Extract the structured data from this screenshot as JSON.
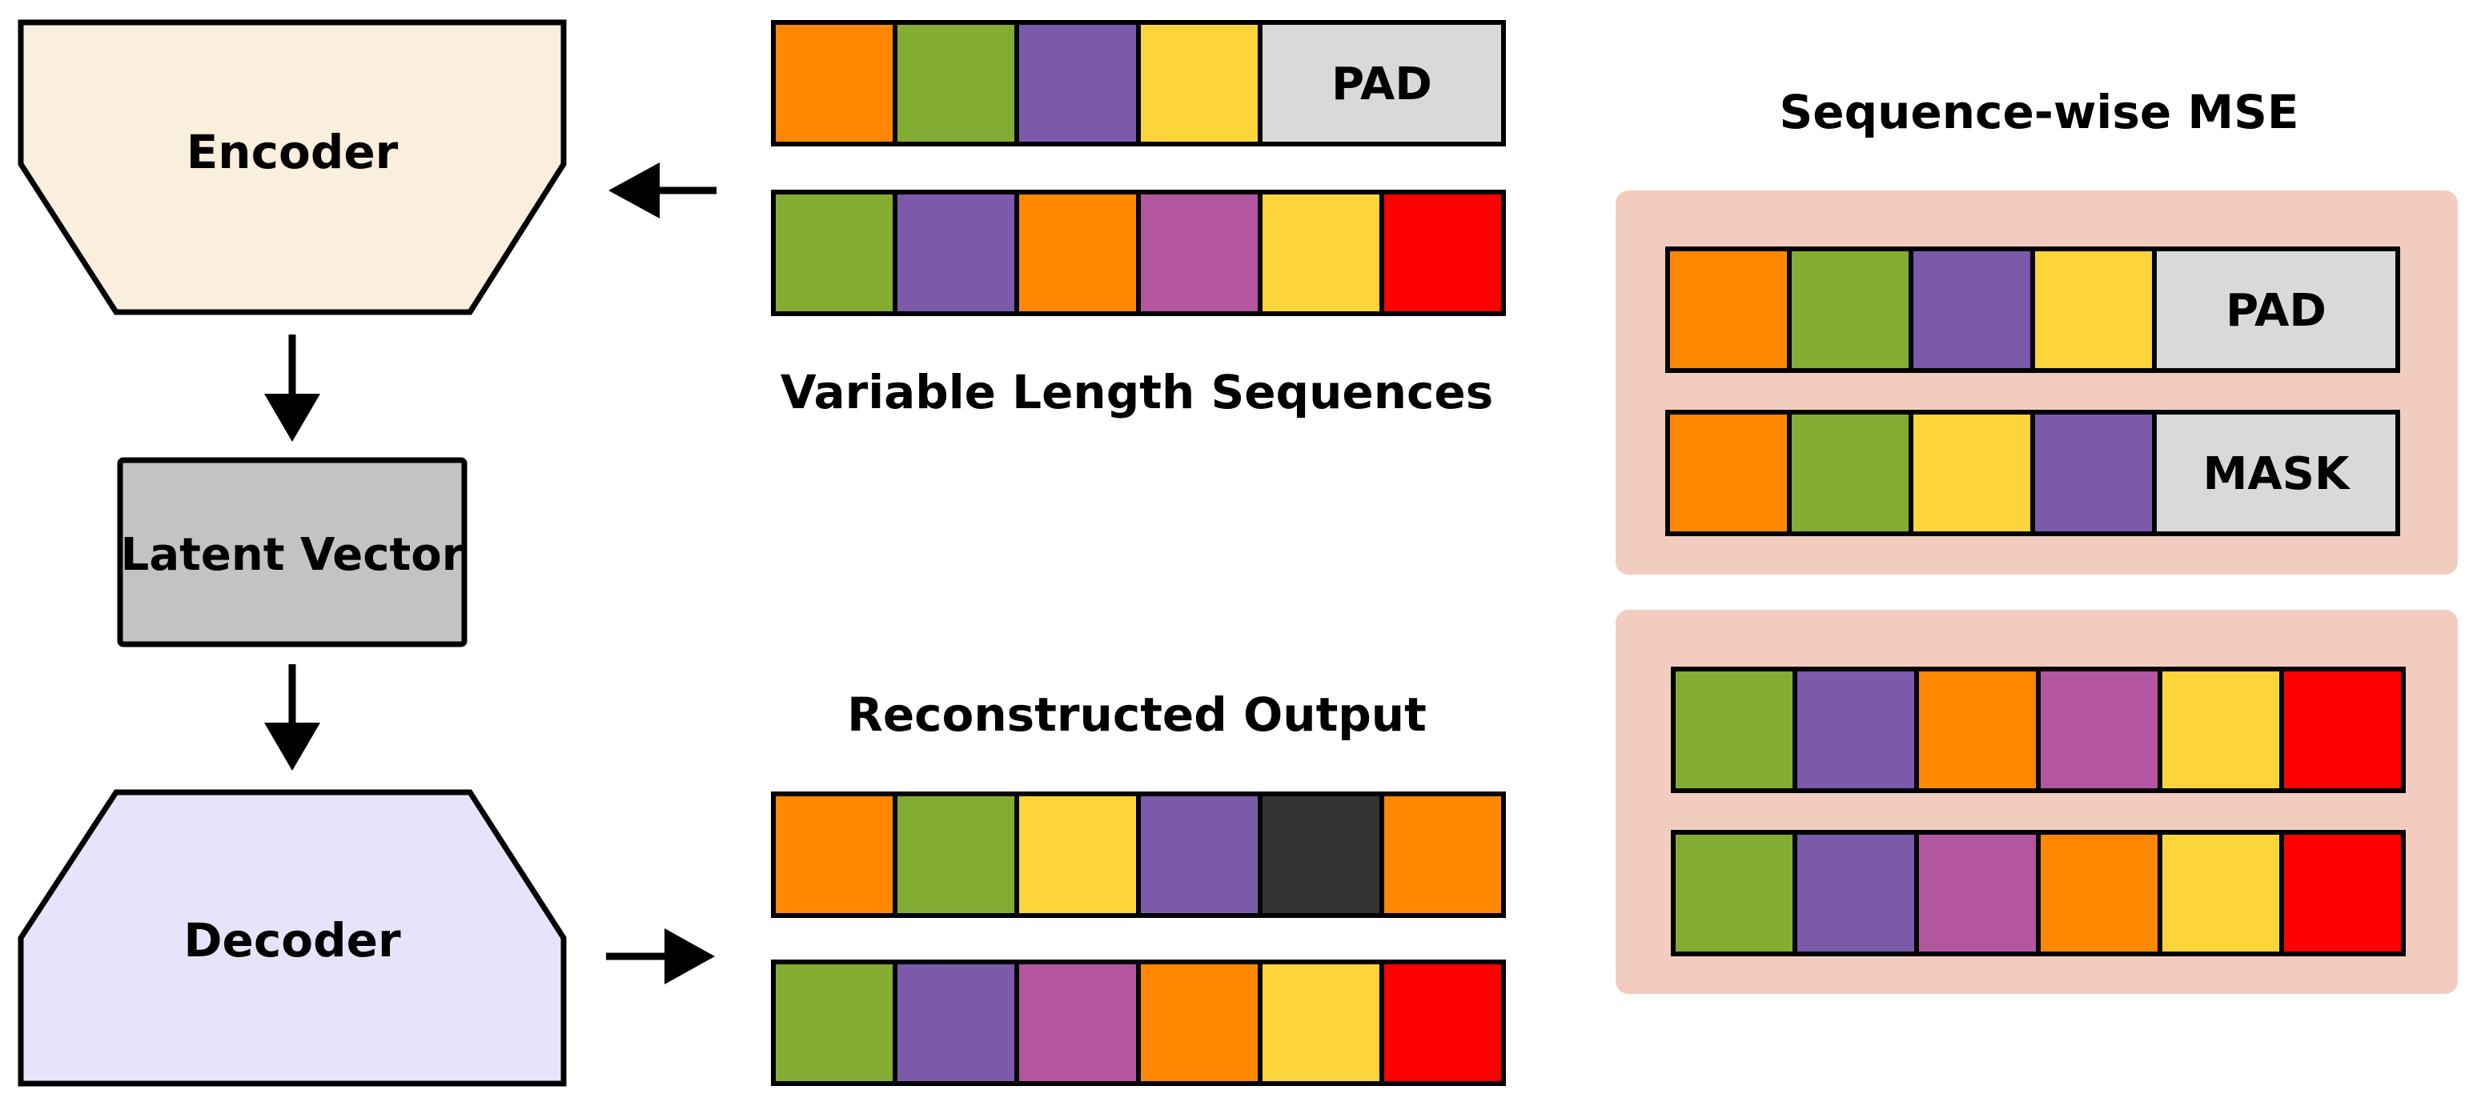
{
  "colors": {
    "orange": "#FF8800",
    "green": "#83AD32",
    "purple": "#7B5AAB",
    "yellow": "#FDD53B",
    "magenta": "#B455A0",
    "red": "#FF0000",
    "dark": "#333333",
    "pad": "#D9D9D9",
    "encoder_fill": "#FAEEDC",
    "latent_fill": "#C3C3C3",
    "decoder_fill": "#E6E4FB",
    "panel_fill": "#F2CDBF"
  },
  "encoder": {
    "label": "Encoder"
  },
  "latent": {
    "label": "Latent Vector"
  },
  "decoder": {
    "label": "Decoder"
  },
  "input": {
    "caption": "Variable Length Sequences",
    "rows": [
      [
        "orange",
        "green",
        "purple",
        "yellow",
        {
          "token": "PAD"
        }
      ],
      [
        "green",
        "purple",
        "orange",
        "magenta",
        "yellow",
        "red"
      ]
    ]
  },
  "output": {
    "caption": "Reconstructed Output",
    "rows": [
      [
        "orange",
        "green",
        "yellow",
        "purple",
        "dark",
        "orange"
      ],
      [
        "green",
        "purple",
        "magenta",
        "orange",
        "yellow",
        "red"
      ]
    ]
  },
  "mse": {
    "title": "Sequence-wise MSE",
    "top_rows": [
      [
        "orange",
        "green",
        "purple",
        "yellow",
        {
          "token": "PAD"
        }
      ],
      [
        "orange",
        "green",
        "yellow",
        "purple",
        {
          "token": "MASK"
        }
      ]
    ],
    "bottom_rows": [
      [
        "green",
        "purple",
        "orange",
        "magenta",
        "yellow",
        "red"
      ],
      [
        "green",
        "purple",
        "magenta",
        "orange",
        "yellow",
        "red"
      ]
    ]
  }
}
